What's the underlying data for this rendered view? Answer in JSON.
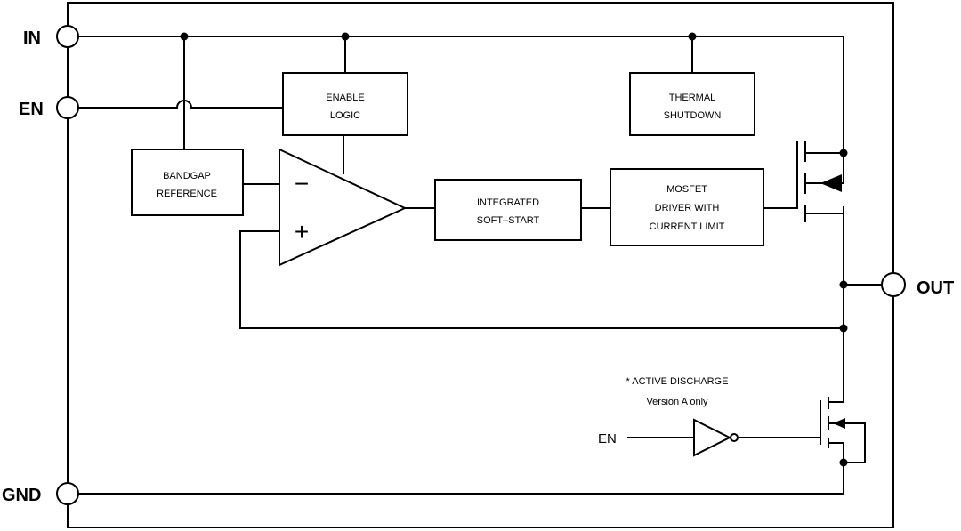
{
  "pins": {
    "in": "IN",
    "en": "EN",
    "gnd": "GND",
    "out": "OUT"
  },
  "blocks": {
    "enable_logic": [
      "ENABLE",
      "LOGIC"
    ],
    "thermal_shutdown": [
      "THERMAL",
      "SHUTDOWN"
    ],
    "bandgap_reference": [
      "BANDGAP",
      "REFERENCE"
    ],
    "integrated_soft_start": [
      "INTEGRATED",
      "SOFT–START"
    ],
    "mosfet_driver": [
      "MOSFET",
      "DRIVER WITH",
      "CURRENT LIMIT"
    ]
  },
  "amplifier": {
    "minus": "−",
    "plus": "+"
  },
  "active_discharge": {
    "title": "* ACTIVE DISCHARGE",
    "subtitle": "Version A only",
    "input_label": "EN"
  }
}
